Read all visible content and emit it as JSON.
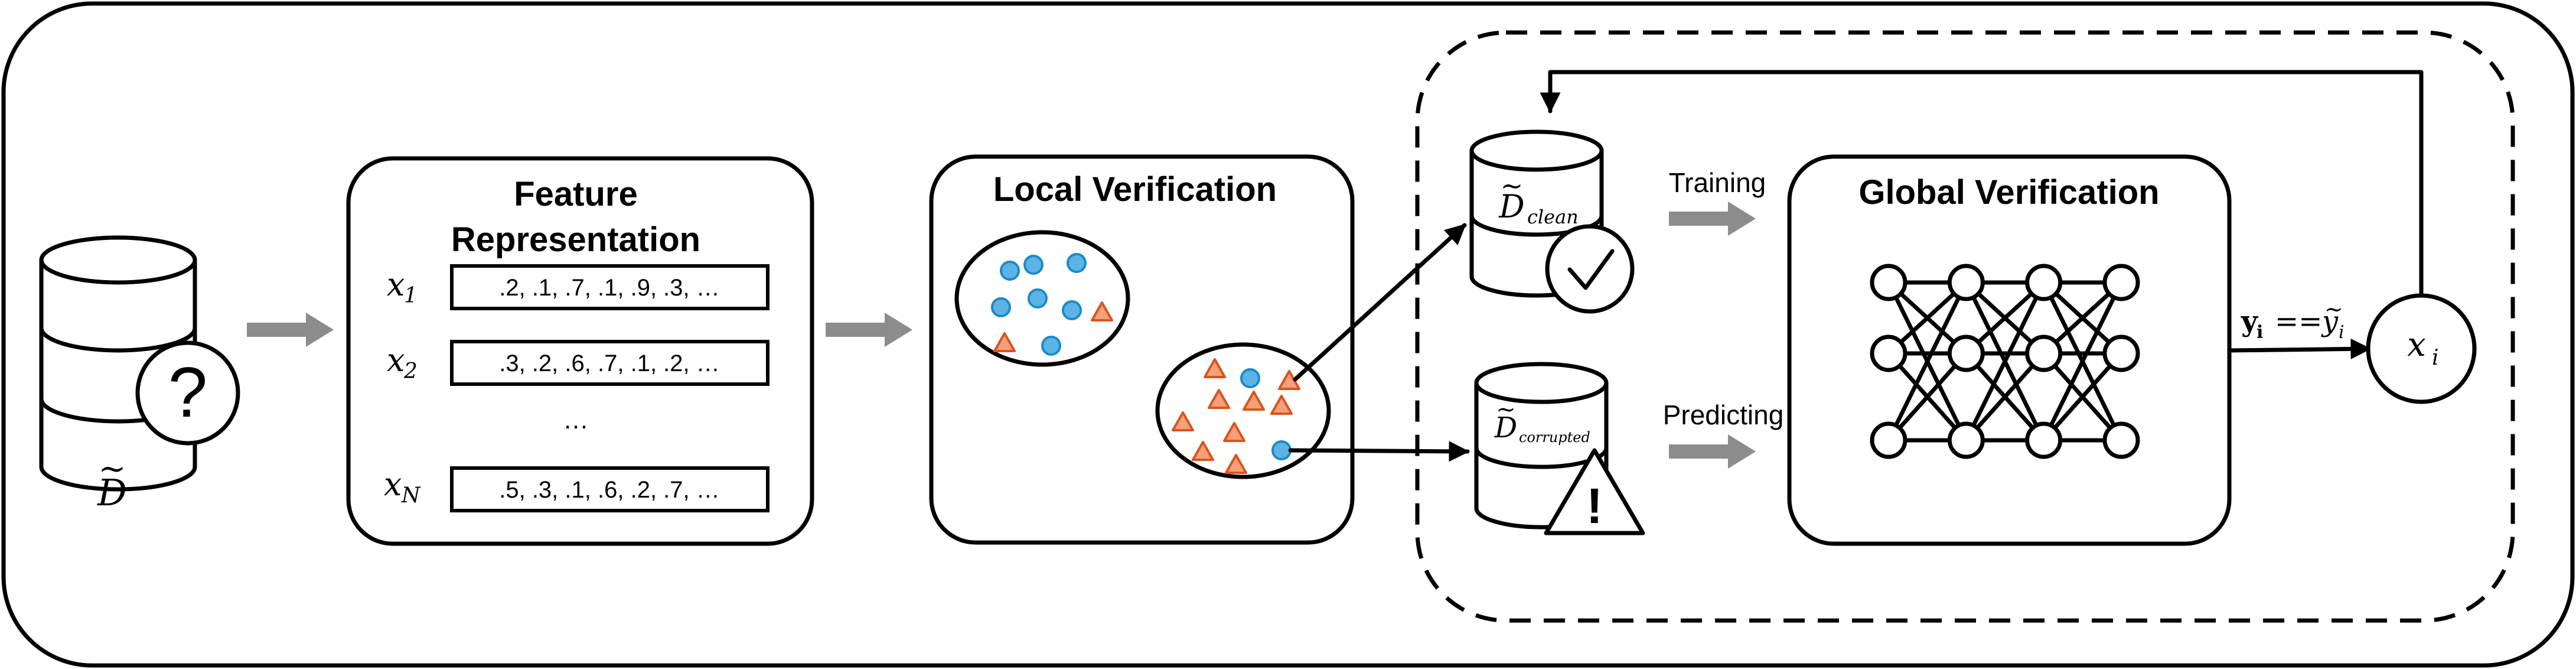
{
  "input_dataset": {
    "symbol": "D",
    "tilde": "~",
    "icon": "question-mark-icon",
    "glyph": "?"
  },
  "feature_representation": {
    "title_line1": "Feature",
    "title_line2": "Representation",
    "rows": [
      {
        "var": "x",
        "sub": "1",
        "values": ".2, .1, .7, .1, .9, .3, …"
      },
      {
        "var": "x",
        "sub": "2",
        "values": ".3, .2, .6, .7, .1, .2, …"
      },
      {
        "var": "x",
        "sub": "N",
        "values": ".5, .3, .1, .6, .2, .7, …"
      }
    ],
    "ellipsis": "…"
  },
  "local_verification": {
    "title": "Local Verification",
    "colors": {
      "clean_dot_fill": "#5bb4e5",
      "noisy_triangle_fill": "#f4a07a"
    }
  },
  "clean_store": {
    "symbol": "D",
    "tilde": "~",
    "subscript": "clean",
    "icon": "checkmark-icon"
  },
  "corrupted_store": {
    "symbol": "D",
    "tilde": "~",
    "subscript": "corrupted",
    "icon": "warning-icon",
    "glyph": "!"
  },
  "flow_labels": {
    "training": "Training",
    "predicting": "Predicting"
  },
  "global_verification": {
    "title": "Global Verification",
    "network": {
      "layers": 4,
      "nodes_per_layer": 3
    }
  },
  "condition": {
    "lhs": "y",
    "lhs_sub": "i",
    "op": "==",
    "rhs": "y",
    "rhs_tilde": "~",
    "rhs_sub": "i"
  },
  "sample_node": {
    "var": "x",
    "sub": "i"
  }
}
